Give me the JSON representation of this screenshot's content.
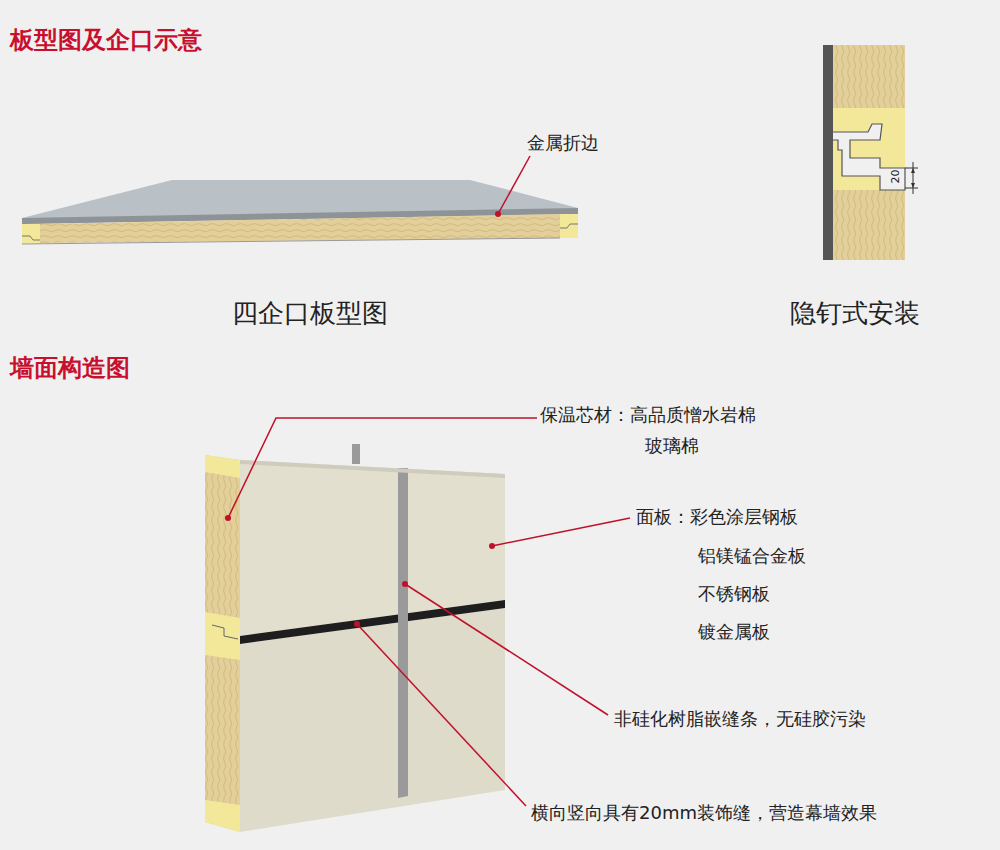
{
  "diagram": {
    "labels": [
      "板型图及企口示意",
      "金属折边",
      "四企口板型图",
      "20",
      "隐钉式安装",
      "墙面构造图",
      "保温芯材：高品质憎水岩棉",
      "玻璃棉",
      "面板：彩色涂层钢板",
      "铝镁锰合金板",
      "不锈钢板",
      "镀金属板",
      "非硅化树脂嵌缝条，无硅胶污染",
      "横向竖向具有20mm装饰缝，营造幕墙效果"
    ]
  }
}
